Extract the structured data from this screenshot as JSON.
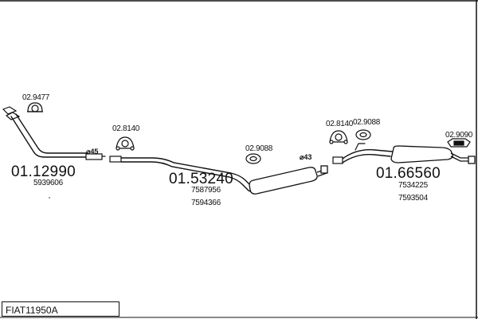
{
  "frame": {
    "title": "FIAT11950A"
  },
  "parts": [
    {
      "part_no": "01.12990",
      "refs": [
        "5939606"
      ],
      "diameter": "⌀45",
      "bracket": "02.9477"
    },
    {
      "part_no": "01.53240",
      "refs": [
        "7587956",
        "7594366"
      ],
      "bracket": "02.8140"
    },
    {
      "part_no": "01.66560",
      "refs": [
        "7534225",
        "7593504"
      ],
      "diameter": "⌀43",
      "brackets": [
        "02.9088",
        "02.8140",
        "02.9088",
        "02.9090"
      ]
    }
  ],
  "colors": {
    "line": "#111111",
    "background": "#ffffff"
  }
}
